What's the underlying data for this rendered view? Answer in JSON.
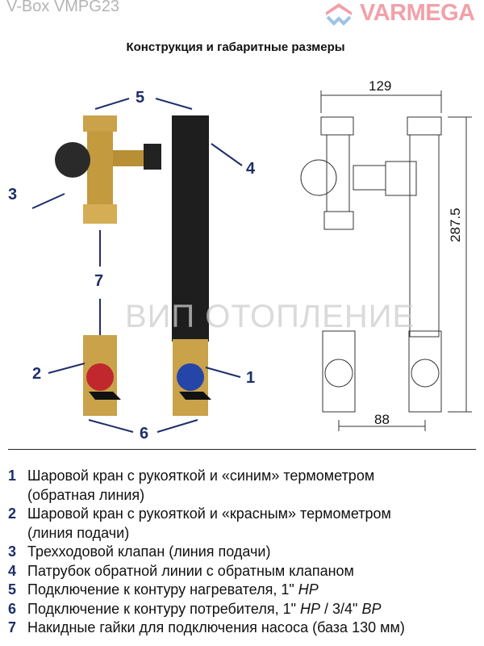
{
  "header": {
    "model": "V-Box VMPG23",
    "brand": "VARMEGA",
    "watermark": "ВИП ОТОПЛЕНИЕ"
  },
  "title": "Конструкция и габаритные размеры",
  "callouts": [
    "1",
    "2",
    "3",
    "4",
    "5",
    "6",
    "7"
  ],
  "dimensions": {
    "width_top": "129",
    "height": "287.5",
    "width_bottom": "88"
  },
  "items": [
    {
      "num": "1",
      "text": "Шаровой кран с рукояткой и «синим» термометром",
      "text2": "(обратная линия)"
    },
    {
      "num": "2",
      "text": "Шаровой кран с рукояткой и «красным» термометром",
      "text2": "(линия подачи)"
    },
    {
      "num": "3",
      "text": "Трехходовой клапан (линия подачи)"
    },
    {
      "num": "4",
      "text": "Патрубок обратной линии с обратным клапаном"
    },
    {
      "num": "5",
      "text": "Подключение к контуру нагревателя, 1\"",
      "em": "НР"
    },
    {
      "num": "6",
      "text": "Подключение к контуру потребителя, 1\"",
      "em": "НР",
      "sep": " / 3/4\"",
      "em2": "ВР"
    },
    {
      "num": "7",
      "text": "Накидные гайки для подключения насоса (база 130 мм)"
    }
  ],
  "colors": {
    "callout": "#1d2f6b",
    "brass": "#c9a24a",
    "pipe": "#1e1e1e",
    "red": "#c0282d",
    "blue": "#2645a8",
    "logo": "#f2a0a8"
  }
}
